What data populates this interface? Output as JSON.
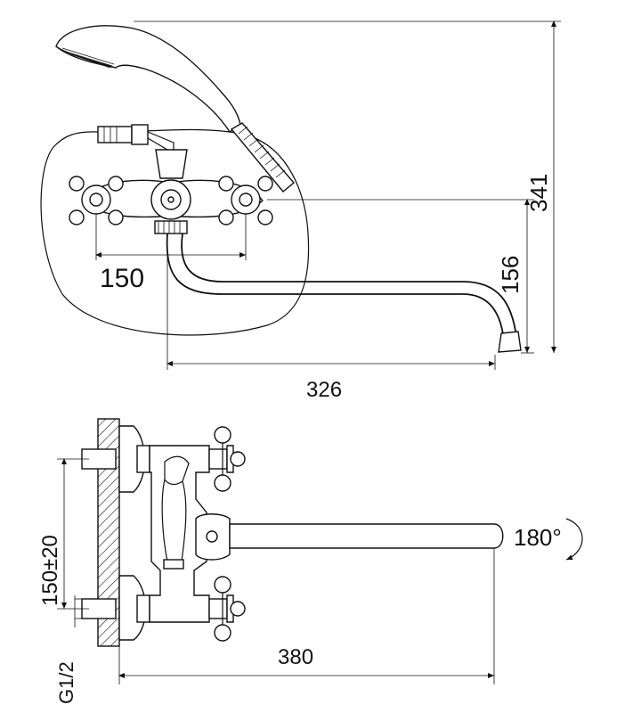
{
  "dimensions": {
    "top_view": {
      "handle_spacing": "150",
      "spout_reach": "326",
      "spout_height": "156",
      "total_height": "341"
    },
    "side_view": {
      "inlet_spacing": "150±20",
      "inlet_thread": "G1/2",
      "spout_length": "380",
      "spout_rotation": "180°"
    }
  }
}
